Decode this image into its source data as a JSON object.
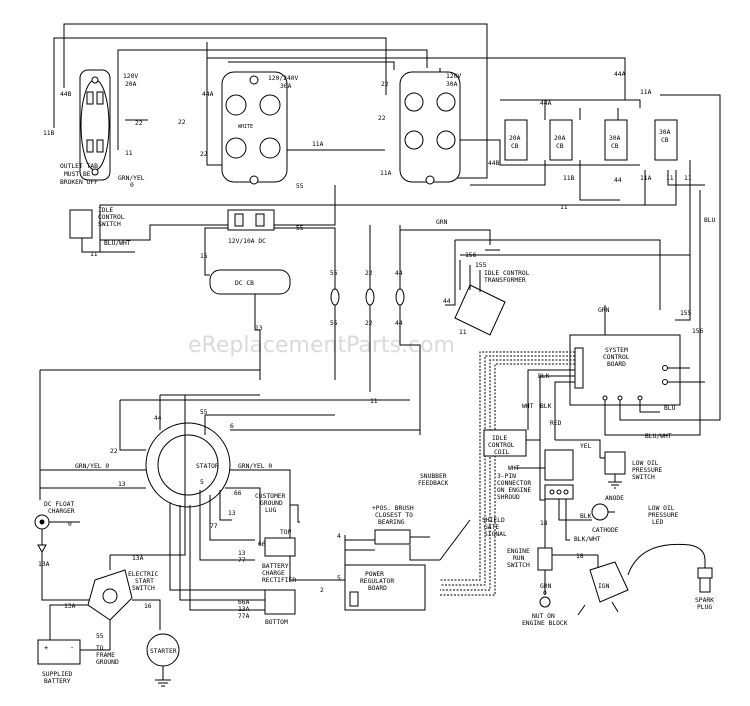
{
  "watermark": "eReplacementParts.com",
  "components": {
    "outlet_20a": {
      "rating_1": "120V",
      "rating_2": "20A",
      "note_1": "OUTLET TAB",
      "note_2": "MUST BE",
      "note_3": "BROKEN OFF"
    },
    "outlet_240": {
      "rating_1": "120/240V",
      "rating_2": "30A",
      "white": "WHITE"
    },
    "outlet_30a": {
      "rating_1": "120V",
      "rating_2": "30A"
    },
    "breakers": [
      {
        "rating": "20A",
        "type": "CB"
      },
      {
        "rating": "20A",
        "type": "CB"
      },
      {
        "rating": "30A",
        "type": "CB"
      },
      {
        "rating": "30A",
        "type": "CB"
      }
    ],
    "idle_switch": {
      "line_1": "IDLE",
      "line_2": "CONTROL",
      "line_3": "SWITCH"
    },
    "dc_outlet": {
      "label": "12V/10A DC"
    },
    "dc_cb": {
      "label": "DC CB"
    },
    "idle_transformer": {
      "line_1": "IDLE CONTROL",
      "line_2": "TRANSFORMER"
    },
    "control_board": {
      "line_1": "SYSTEM",
      "line_2": "CONTROL",
      "line_3": "BOARD"
    },
    "idle_coil": {
      "line_1": "IDLE",
      "line_2": "CONTROL",
      "line_3": "COIL"
    },
    "stator": {
      "label": "STATOR"
    },
    "snubber": {
      "line_1": "SNUBBER",
      "line_2": "FEEDBACK"
    },
    "customer_lug": {
      "line_1": "CUSTOMER",
      "line_2": "GROUND",
      "line_3": "LUG"
    },
    "rectifier": {
      "line_1": "BATTERY",
      "line_2": "CHARGE",
      "line_3": "RECTIFIER",
      "top": "TOP",
      "bottom": "BOTTOM"
    },
    "brush": {
      "line_1": "+POS. BRUSH",
      "line_2": "CLOSEST TO",
      "line_3": "BEARING"
    },
    "shield": {
      "line_1": "SHIELD",
      "line_2": "GATE",
      "line_3": "SIGNAL"
    },
    "regulator": {
      "line_1": "POWER",
      "line_2": "REGULATOR",
      "line_3": "BOARD"
    },
    "low_oil_switch": {
      "line_1": "LOW OIL",
      "line_2": "PRESSURE",
      "line_3": "SWITCH"
    },
    "connector_3pin": {
      "line_1": "3-PIN",
      "line_2": "CONNECTOR",
      "line_3": "ON ENGINE",
      "line_4": "SHROUD"
    },
    "led": {
      "anode": "ANODE",
      "cathode": "CATHODE",
      "line_1": "LOW OIL",
      "line_2": "PRESSURE",
      "line_3": "LED"
    },
    "run_switch": {
      "line_1": "ENGINE",
      "line_2": "RUN",
      "line_3": "SWITCH"
    },
    "nut": {
      "line_1": "NUT ON",
      "line_2": "ENGINE BLOCK"
    },
    "spark": {
      "line_1": "SPARK",
      "line_2": "PLUG"
    },
    "ignition": {
      "label": "IGN"
    },
    "float_charger": {
      "line_1": "DC FLOAT",
      "line_2": "CHARGER"
    },
    "start_switch": {
      "line_1": "ELECTRIC",
      "line_2": "START",
      "line_3": "SWITCH"
    },
    "frame_ground": {
      "line_1": "TO",
      "line_2": "FRAME",
      "line_3": "GROUND"
    },
    "battery": {
      "line_1": "SUPPLIED",
      "line_2": "BATTERY",
      "plus": "+",
      "minus": "-"
    },
    "starter": {
      "label": "STARTER"
    }
  },
  "wires": {
    "w44a": "44A",
    "w44b": "44B",
    "w11": "11",
    "w11a": "11A",
    "w11b": "11B",
    "w22": "22",
    "w55": "55",
    "w44": "44",
    "w15": "15",
    "w13": "13",
    "w13a": "13A",
    "w66": "66",
    "w66a": "66A",
    "w77": "77",
    "w77a": "77A",
    "w6": "6",
    "w4": "4",
    "w2": "2",
    "w5": "5",
    "w0": "0",
    "w18": "18",
    "w155": "155",
    "w156": "156",
    "grnyel": "GRN/YEL",
    "grnyel0": "GRN/YEL 0",
    "bluwht": "BLU/WHT",
    "grn": "GRN",
    "blu": "BLU",
    "blk": "BLK",
    "wht": "WHT",
    "red": "RED",
    "yel": "YEL",
    "blkwht": "BLK/WHT"
  }
}
